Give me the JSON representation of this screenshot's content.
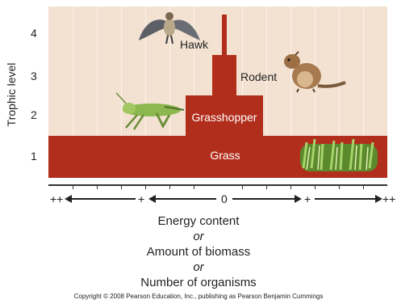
{
  "y_axis_title": "Trophic level",
  "y_ticks": [
    "4",
    "3",
    "2",
    "1"
  ],
  "levels": {
    "grass": "Grass",
    "grasshopper": "Grasshopper",
    "rodent": "Rodent",
    "hawk": "Hawk"
  },
  "x_axis": {
    "far_left": "++",
    "mid_left": "+",
    "center": "0",
    "mid_right": "+",
    "far_right": "++"
  },
  "caption": {
    "line1": "Energy content",
    "line2": "or",
    "line3": "Amount of biomass",
    "line4": "or",
    "line5": "Number of organisms"
  },
  "copyright": "Copyright © 2008 Pearson Education, Inc., publishing as Pearson Benjamin Cummings",
  "colors": {
    "bar": "#b22e1c",
    "background": "#f3e2d2"
  },
  "icons": [
    "hawk-illustration",
    "rodent-illustration",
    "grasshopper-illustration",
    "grass-illustration"
  ]
}
